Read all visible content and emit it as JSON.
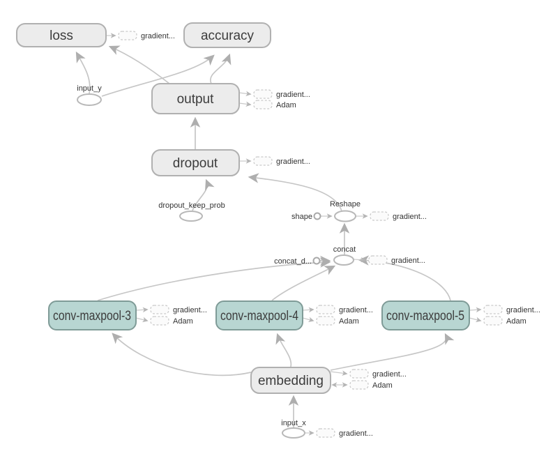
{
  "graph": {
    "nodes": {
      "loss": "loss",
      "accuracy": "accuracy",
      "output": "output",
      "dropout": "dropout",
      "conv_maxpool_3": "conv-maxpool-3",
      "conv_maxpool_4": "conv-maxpool-4",
      "conv_maxpool_5": "conv-maxpool-5",
      "embedding": "embedding"
    },
    "ops": {
      "reshape": "Reshape",
      "concat": "concat"
    },
    "inputs": {
      "input_y": "input_y",
      "dropout_keep_prob": "dropout_keep_prob",
      "shape": "shape",
      "concat_dim": "concat_d...",
      "input_x": "input_x"
    },
    "summaries": {
      "gradients": "gradient...",
      "adam": "Adam"
    },
    "colors": {
      "node_fill": "#ececec",
      "node_stroke": "#b0b0b0",
      "conv_fill": "#b8d6d2",
      "conv_stroke": "#7f9b97",
      "edge": "#c6c6c6",
      "arrow": "#aeaeae",
      "text": "#3c3c3c",
      "dashed_stroke": "#c9c9c9",
      "background": "#ffffff"
    }
  }
}
